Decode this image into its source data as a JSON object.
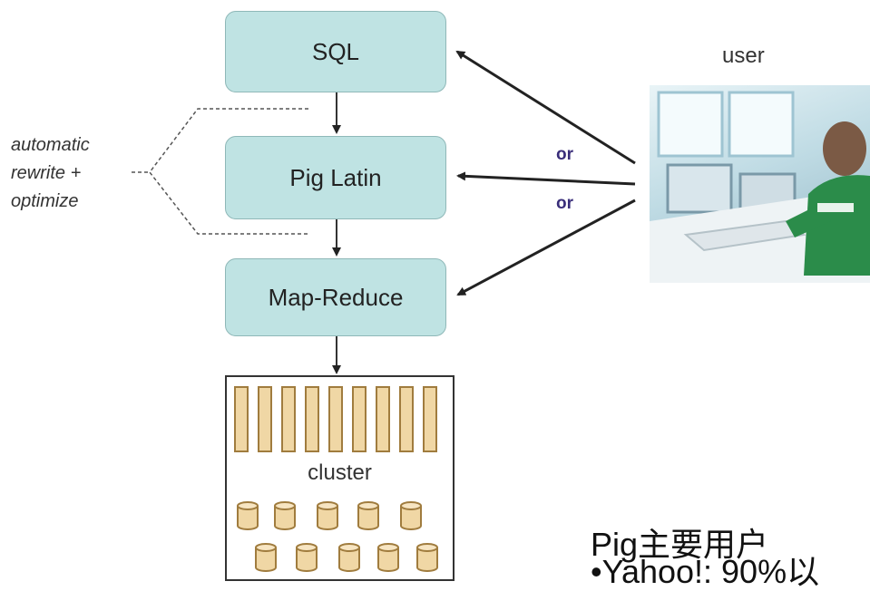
{
  "diagram": {
    "boxes": {
      "sql": "SQL",
      "pig_latin": "Pig Latin",
      "map_reduce": "Map-Reduce"
    },
    "side_note": "automatic\nrewrite +\noptimize",
    "or_labels": [
      "or",
      "or"
    ],
    "user_label": "user",
    "cluster_label": "cluster",
    "box_color": "#bfe3e3",
    "server_color": "#f0d7a5"
  },
  "caption": {
    "title": "Pig主要用户",
    "bullet": "•Yahoo!: 90%以"
  }
}
